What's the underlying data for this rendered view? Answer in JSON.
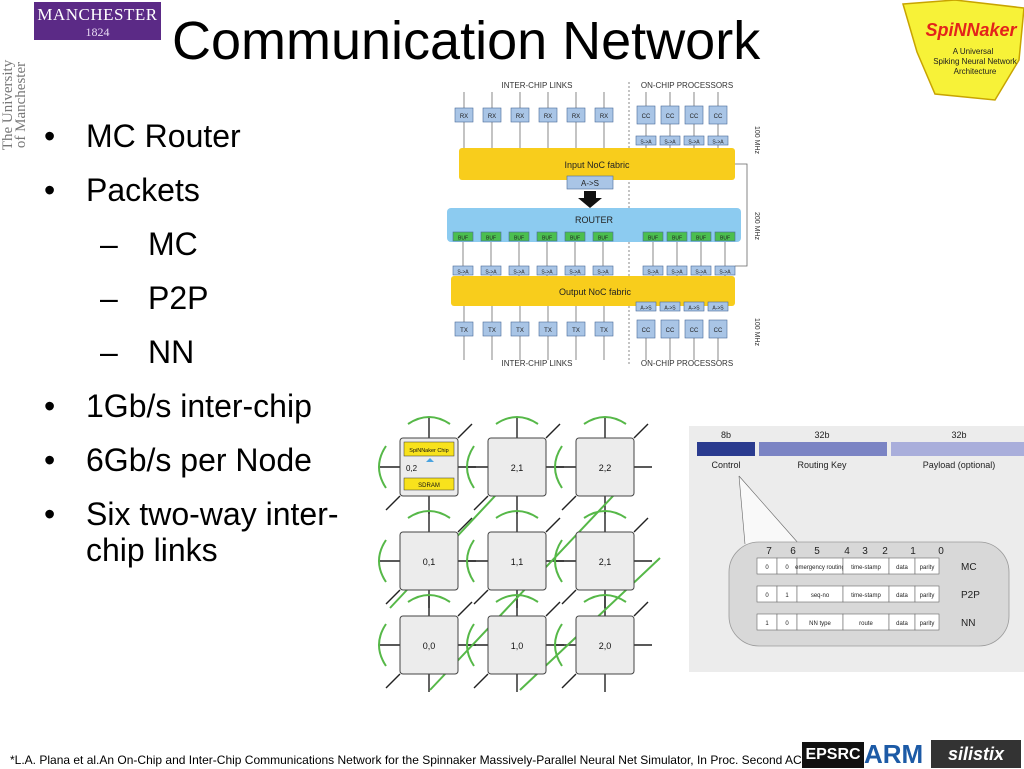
{
  "header": {
    "title": "Communication Network",
    "manchester_logo": {
      "line1": "MANCHESTER",
      "line2": "1824"
    },
    "uni_side_text": [
      "The University",
      "of Manchester"
    ],
    "spinnaker_logo": {
      "name": "SpiNNaker",
      "tagline": [
        "A Universal",
        "Spiking Neural Network",
        "Architecture"
      ]
    }
  },
  "bullets": [
    {
      "text": "MC Router"
    },
    {
      "text": "Packets",
      "sub": [
        "MC",
        "P2P",
        "NN"
      ]
    },
    {
      "text": "1Gb/s inter-chip"
    },
    {
      "text": "6Gb/s per Node"
    },
    {
      "text": "Six two-way inter-chip links"
    }
  ],
  "router_figure": {
    "top_left_label": "INTER-CHIP LINKS",
    "top_right_label": "ON-CHIP PROCESSORS",
    "bottom_left_label": "INTER-CHIP LINKS",
    "bottom_right_label": "ON-CHIP PROCESSORS",
    "rx": "RX",
    "tx": "TX",
    "cc": "CC",
    "buf": "BUF",
    "s2a": "S->A",
    "a2s": "A->S",
    "input_fabric": "Input NoC fabric",
    "router": "ROUTER",
    "output_fabric": "Output NoC fabric",
    "freq_top": "100 MHz",
    "freq_mid": "200 MHz",
    "freq_bot": "100 MHz"
  },
  "mesh_figure": {
    "chip_label": "SpiNNaker Chip",
    "sdram": "SDRAM",
    "nodes": [
      "0,2",
      "2,1",
      "2,2",
      "0,1",
      "1,1",
      "2,1",
      "0,0",
      "1,0",
      "2,0"
    ]
  },
  "packet_figure": {
    "header_widths": [
      "8b",
      "32b",
      "32b"
    ],
    "fields": [
      "Control",
      "Routing Key",
      "Payload (optional)"
    ],
    "bit_numbers": [
      "7",
      "6",
      "5",
      "4",
      "3",
      "2",
      "1",
      "0"
    ],
    "rows": [
      {
        "cells": [
          "0",
          "0",
          "emergency routing",
          "time-stamp",
          "data",
          "parity"
        ],
        "label": "MC"
      },
      {
        "cells": [
          "0",
          "1",
          "seq-no",
          "time-stamp",
          "data",
          "parity"
        ],
        "label": "P2P"
      },
      {
        "cells": [
          "1",
          "0",
          "NN type",
          "route",
          "data",
          "parity"
        ],
        "label": "NN"
      }
    ]
  },
  "footnote": "*L.A. Plana et al.An On-Chip and Inter-Chip Communications Network for the Spinnaker Massively-Parallel Neural Net Simulator, In Proc. Second  ACM/IEEE",
  "footer_logos": {
    "epsrc": "EPSRC",
    "arm": "ARM",
    "silistix": "silistix"
  },
  "colors": {
    "fabric": "#f8cd1c",
    "router": "#8ccbf0",
    "box": "#a9c5e6",
    "mesh_link": "#56b848",
    "manchester_purple": "#5b2a86",
    "packet_header": "#2a3b8f"
  }
}
